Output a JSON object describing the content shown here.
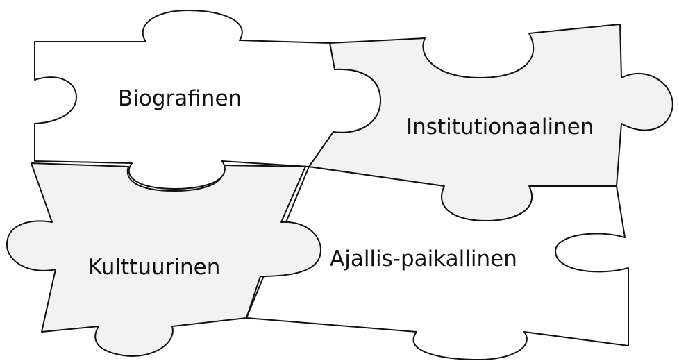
{
  "pieces": [
    {
      "label": "Biografinen",
      "fill": "#ffffff"
    },
    {
      "label": "Institutionaalinen",
      "fill": "#f2f2f2"
    },
    {
      "label": "Kulttuurinen",
      "fill": "#f2f2f2"
    },
    {
      "label": "Ajallis-paikallinen",
      "fill": "#ffffff"
    }
  ],
  "colors": {
    "outline": "#111111",
    "background": "#ffffff"
  }
}
